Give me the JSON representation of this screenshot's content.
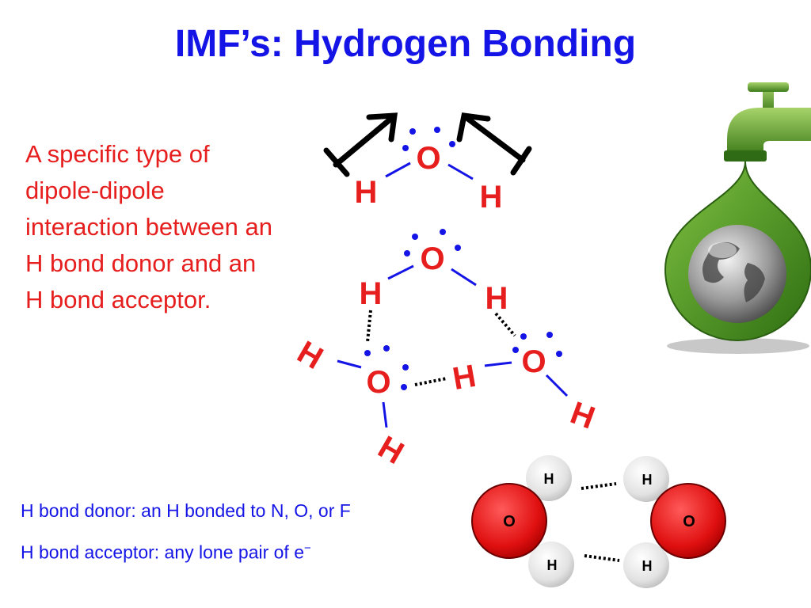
{
  "slide": {
    "title": "IMF’s: Hydrogen Bonding",
    "description": "A specific type of dipole-dipole interaction between an H bond donor and an H bond acceptor.",
    "notes": {
      "donor": "H bond donor: an H bonded to N, O, or F",
      "acceptor_prefix": "H bond acceptor: any lone pair of e",
      "acceptor_sup": "−"
    }
  },
  "diagram": {
    "oxygen_label": "O",
    "hydrogen_label": "H",
    "colors": {
      "atom_text": "#e61e1e",
      "bond_text": "#1414e6",
      "oxygen_ball": "#e01010",
      "hydrogen_ball": "#e2e2e2",
      "arrow": "#000000",
      "drop": "#3a8a1e"
    },
    "icons": [
      "dipole-arrow-icon",
      "faucet-drop-globe-icon"
    ]
  }
}
